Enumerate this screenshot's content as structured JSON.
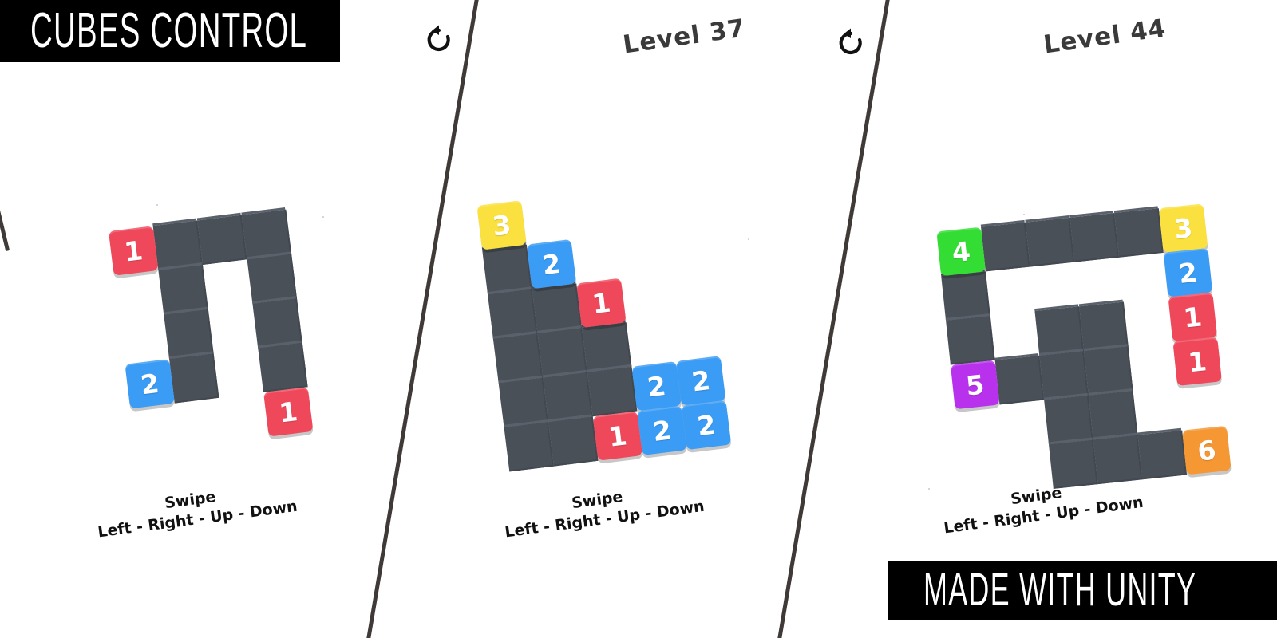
{
  "app": {
    "title_banner": "CUBES CONTROL",
    "footer_banner": "MADE WITH UNITY",
    "background": "#ffffff",
    "divider_color": "#3f3a37"
  },
  "palette": {
    "board_tile": "#4a5058",
    "red": "#f0485b",
    "blue": "#3a9cf5",
    "yellow": "#fbe13f",
    "green": "#33dd33",
    "purple": "#b832ee",
    "orange": "#f59733",
    "cube_number_color": "#ffffff"
  },
  "hint": {
    "line1": "Swipe",
    "line2": "Left - Right - Up - Down"
  },
  "icons": {
    "restart": "restart-icon"
  },
  "panels": [
    {
      "id": "panel-1",
      "level_label": "",
      "has_level_label": false,
      "has_restart": false,
      "board": {
        "cols": 5,
        "rows": 5,
        "tiles": [
          {
            "c": 1,
            "r": 0
          },
          {
            "c": 2,
            "r": 0
          },
          {
            "c": 3,
            "r": 0
          },
          {
            "c": 1,
            "r": 1
          },
          {
            "c": 3,
            "r": 1
          },
          {
            "c": 1,
            "r": 2
          },
          {
            "c": 3,
            "r": 2
          },
          {
            "c": 1,
            "r": 3
          },
          {
            "c": 3,
            "r": 3
          }
        ],
        "cubes": [
          {
            "c": 0,
            "r": 0,
            "value": "1",
            "color": "red"
          },
          {
            "c": 0,
            "r": 3,
            "value": "2",
            "color": "blue"
          },
          {
            "c": 3,
            "r": 4,
            "value": "1",
            "color": "red"
          }
        ]
      }
    },
    {
      "id": "panel-2",
      "level_label": "Level 37",
      "has_level_label": true,
      "has_restart": true,
      "board": {
        "cols": 6,
        "rows": 5,
        "tiles": [
          {
            "c": 0,
            "r": 0
          },
          {
            "c": 0,
            "r": 1
          },
          {
            "c": 1,
            "r": 1
          },
          {
            "c": 0,
            "r": 2
          },
          {
            "c": 1,
            "r": 2
          },
          {
            "c": 2,
            "r": 2
          },
          {
            "c": 0,
            "r": 3
          },
          {
            "c": 1,
            "r": 3
          },
          {
            "c": 2,
            "r": 3
          },
          {
            "c": 0,
            "r": 4
          },
          {
            "c": 1,
            "r": 4
          }
        ],
        "cubes": [
          {
            "c": 0,
            "r": -1,
            "value": "3",
            "color": "yellow"
          },
          {
            "c": 1,
            "r": 0,
            "value": "2",
            "color": "blue"
          },
          {
            "c": 2,
            "r": 1,
            "value": "1",
            "color": "red"
          },
          {
            "c": 3,
            "r": 3,
            "value": "2",
            "color": "blue"
          },
          {
            "c": 4,
            "r": 3,
            "value": "2",
            "color": "blue"
          },
          {
            "c": 2,
            "r": 4,
            "value": "1",
            "color": "red"
          },
          {
            "c": 3,
            "r": 4,
            "value": "2",
            "color": "blue"
          },
          {
            "c": 4,
            "r": 4,
            "value": "2",
            "color": "blue"
          }
        ]
      }
    },
    {
      "id": "panel-3",
      "level_label": "Level 44",
      "has_level_label": true,
      "has_restart": true,
      "board": {
        "cols": 6,
        "rows": 6,
        "tiles": [
          {
            "c": 1,
            "r": 0
          },
          {
            "c": 2,
            "r": 0
          },
          {
            "c": 3,
            "r": 0
          },
          {
            "c": 4,
            "r": 0
          },
          {
            "c": 0,
            "r": 1
          },
          {
            "c": 0,
            "r": 2
          },
          {
            "c": 2,
            "r": 2
          },
          {
            "c": 3,
            "r": 2
          },
          {
            "c": 1,
            "r": 3
          },
          {
            "c": 2,
            "r": 3
          },
          {
            "c": 3,
            "r": 3
          },
          {
            "c": 2,
            "r": 4
          },
          {
            "c": 3,
            "r": 4
          },
          {
            "c": 2,
            "r": 5
          },
          {
            "c": 3,
            "r": 5
          },
          {
            "c": 4,
            "r": 5
          }
        ],
        "cubes": [
          {
            "c": 0,
            "r": 0,
            "value": "4",
            "color": "green"
          },
          {
            "c": 5,
            "r": 0,
            "value": "3",
            "color": "yellow"
          },
          {
            "c": 5,
            "r": 1,
            "value": "2",
            "color": "blue"
          },
          {
            "c": 5,
            "r": 2,
            "value": "1",
            "color": "red"
          },
          {
            "c": 5,
            "r": 3,
            "value": "1",
            "color": "red"
          },
          {
            "c": 0,
            "r": 3,
            "value": "5",
            "color": "purple"
          },
          {
            "c": 5,
            "r": 5,
            "value": "6",
            "color": "orange"
          }
        ]
      }
    }
  ]
}
